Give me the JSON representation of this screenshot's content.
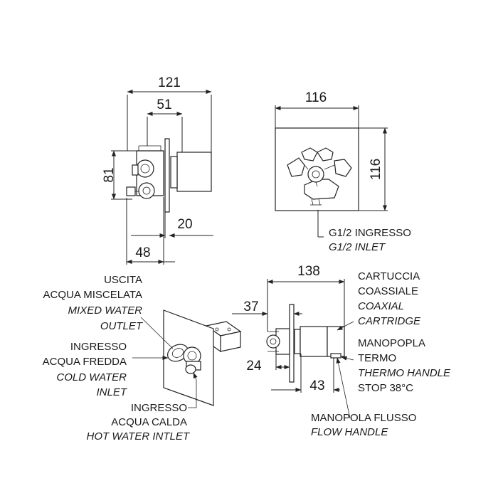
{
  "dimensions": {
    "side_width": "121",
    "side_handle": "51",
    "side_height": "81",
    "side_plate_offset": "20",
    "side_body": "48",
    "front_width": "116",
    "front_height": "116",
    "bottom_length": "138",
    "bottom_top": "37",
    "bottom_low": "24",
    "bottom_handle": "43"
  },
  "labels": {
    "inlet_g12": [
      "G1/2 INGRESSO",
      "G1/2 INLET"
    ],
    "mixed_outlet": [
      "USCITA",
      "ACQUA MISCELATA",
      "MIXED WATER",
      "OUTLET"
    ],
    "cold_inlet": [
      "INGRESSO",
      "ACQUA FREDDA",
      "COLD WATER",
      "INLET"
    ],
    "hot_inlet": [
      "INGRESSO",
      "ACQUA CALDA",
      "HOT WATER INTLET"
    ],
    "cartridge": [
      "CARTUCCIA",
      "COASSIALE",
      "COAXIAL",
      "CARTRIDGE"
    ],
    "thermo_handle": [
      "MANOPOPLA",
      "TERMO",
      "THERMO HANDLE",
      "STOP 38°C"
    ],
    "flow_handle": [
      "MANOPOLA FLUSSO",
      "FLOW HANDLE"
    ]
  }
}
